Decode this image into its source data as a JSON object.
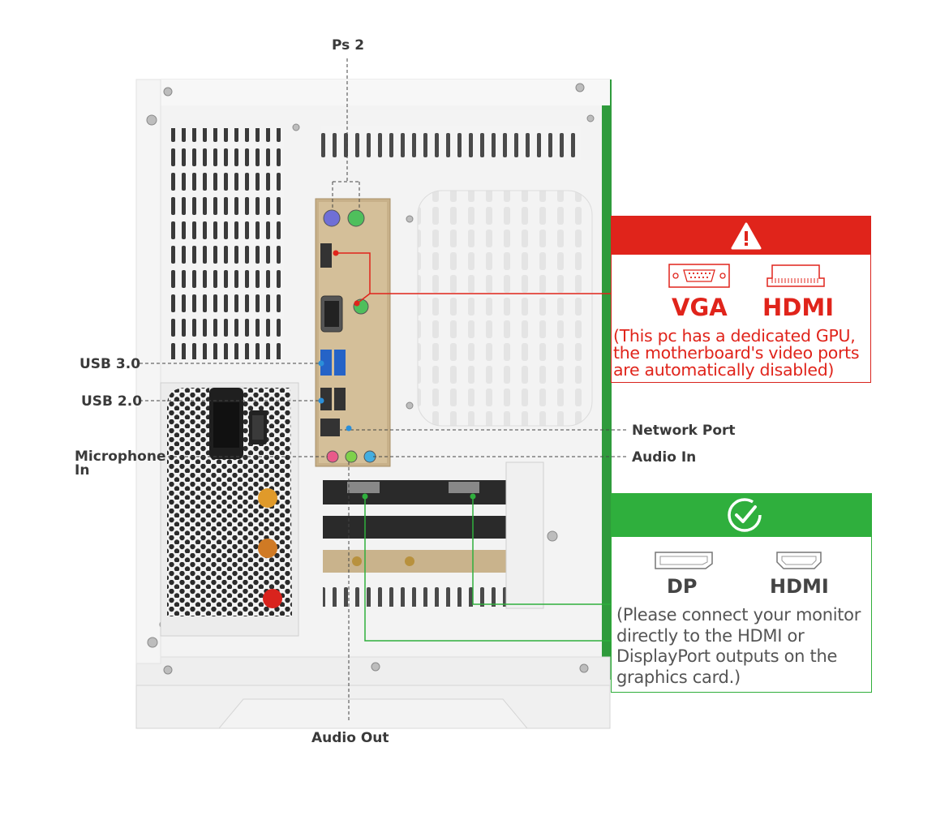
{
  "labels": {
    "ps2": "Ps 2",
    "usb3": "USB 3.0",
    "usb2": "USB 2.0",
    "mic_line1": "Microphone",
    "mic_line2": "In",
    "network": "Network Port",
    "audio_in": "Audio In",
    "audio_out": "Audio Out"
  },
  "warning_box": {
    "icon": "warning-triangle-icon",
    "port1": "VGA",
    "port2": "HDMI",
    "note": "(This pc has a dedicated GPU, the motherboard's video ports are automatically disabled)",
    "color": "#e0241b"
  },
  "ok_box": {
    "icon": "check-circle-icon",
    "port1": "DP",
    "port2": "HDMI",
    "note": "(Please connect your monitor directly to the HDMI or DisplayPort outputs on the graphics card.)",
    "color": "#2faf3d"
  }
}
